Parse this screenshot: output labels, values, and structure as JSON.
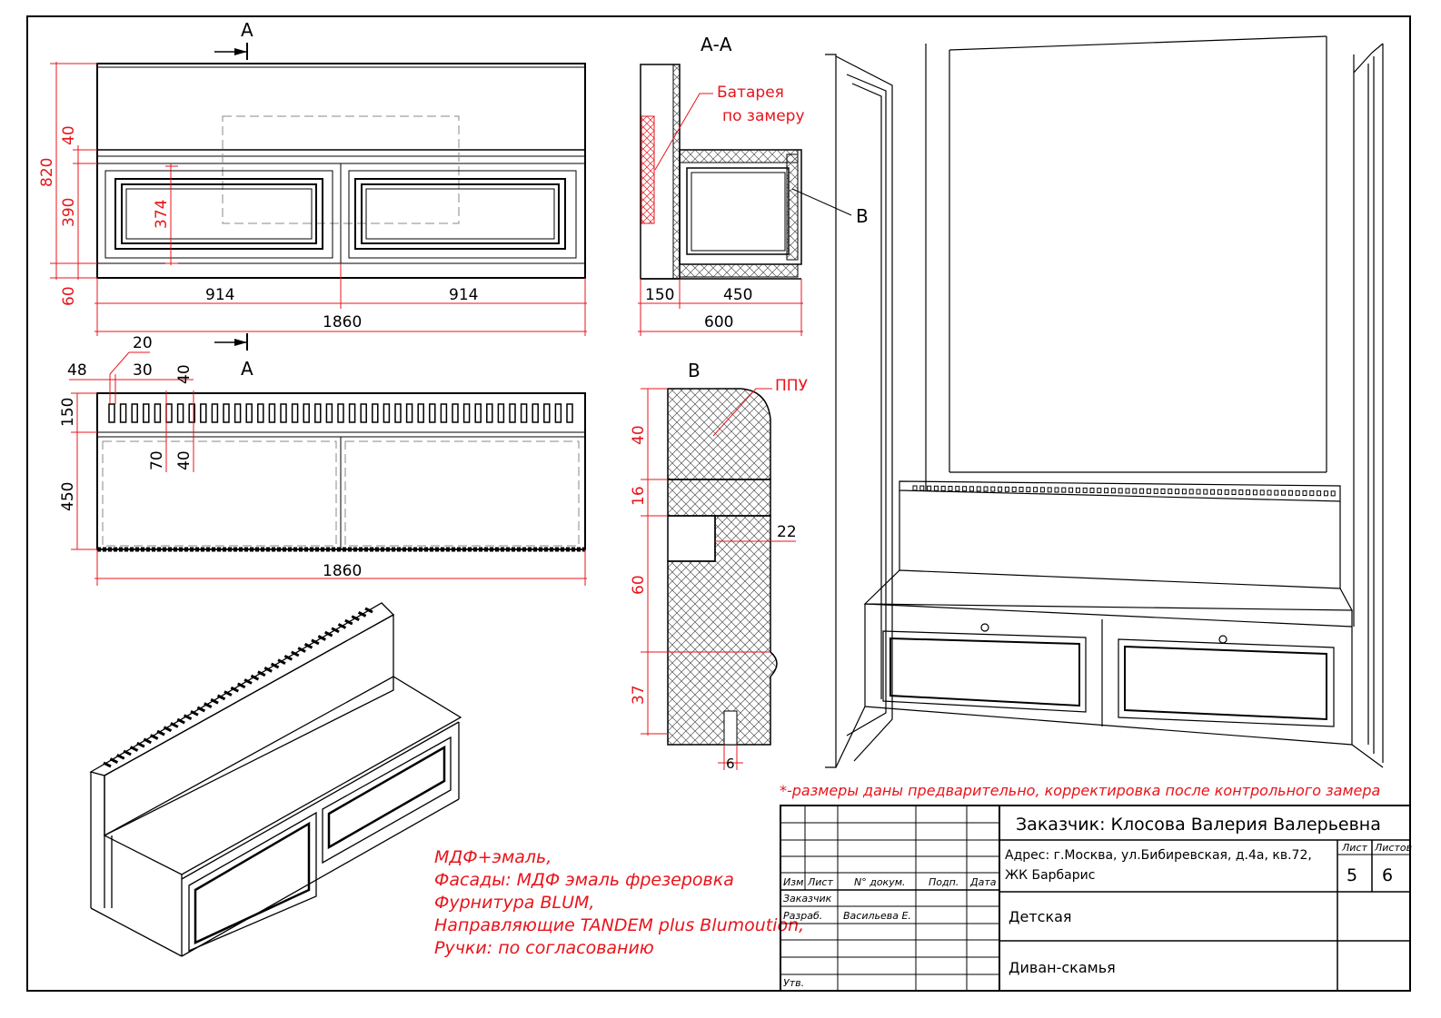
{
  "sheet": {
    "section_marks": {
      "cut_label_top": "А",
      "cut_label_bottom": "А",
      "section_title": "А-А",
      "detail_marker": "В",
      "detail_title": "В"
    },
    "front_view": {
      "dims": {
        "total_height": "820",
        "top_band": "40",
        "drawer_height": "390",
        "plinth": "60",
        "panel_height": "374",
        "left_width": "914",
        "right_width": "914",
        "total_width": "1860"
      }
    },
    "section_view": {
      "note_radiator": [
        "Батарея",
        "по замеру"
      ],
      "dims": {
        "back": "150",
        "seat_depth": "450",
        "total_depth": "600"
      }
    },
    "top_view": {
      "dims": {
        "offset": "48",
        "slot_width": "20",
        "slot_gap": "30",
        "slot_pitch": "40",
        "back_depth": "150",
        "seat_depth": "450",
        "slot_length": "70",
        "slot_offset": "40",
        "total_width": "1860"
      }
    },
    "detail_view": {
      "material_label": "ППУ",
      "dims": {
        "foam": "40",
        "board": "16",
        "panel": "60",
        "front_thickness": "22",
        "bottom": "37",
        "gap": "6"
      }
    },
    "notes": {
      "materials": [
        "МДФ+эмаль,",
        "Фасады:  МДФ эмаль фрезеровка",
        "Фурнитура BLUM,",
        "Направляющие TANDEM plus Blumoution,",
        "Ручки:  по согласованию"
      ],
      "disclaimer": "*-размеры даны предварительно, корректировка после контрольного замера"
    }
  },
  "title_block": {
    "customer": "Заказчик: Клосова Валерия Валерьевна",
    "address_line1": "Адрес: г.Москва, ул.Бибиревская, д.4а, кв.72,",
    "address_line2": "ЖК Барбарис",
    "sheet_label": "Лист",
    "sheets_label": "Листов",
    "sheet_number": "5",
    "sheets_total": "6",
    "room": "Детская",
    "product": "Диван-скамья",
    "columns": {
      "change": "Изм",
      "sheet": "Лист",
      "doc_no": "N° докум.",
      "sign": "Подп.",
      "date": "Дата"
    },
    "roles": {
      "customer": "Заказчик",
      "developer": "Разраб.",
      "developer_name": "Васильева Е.",
      "approved": "Утв."
    }
  },
  "colors": {
    "annotation_red": "#e8141b",
    "line": "#000000",
    "hatch": "#555555"
  }
}
